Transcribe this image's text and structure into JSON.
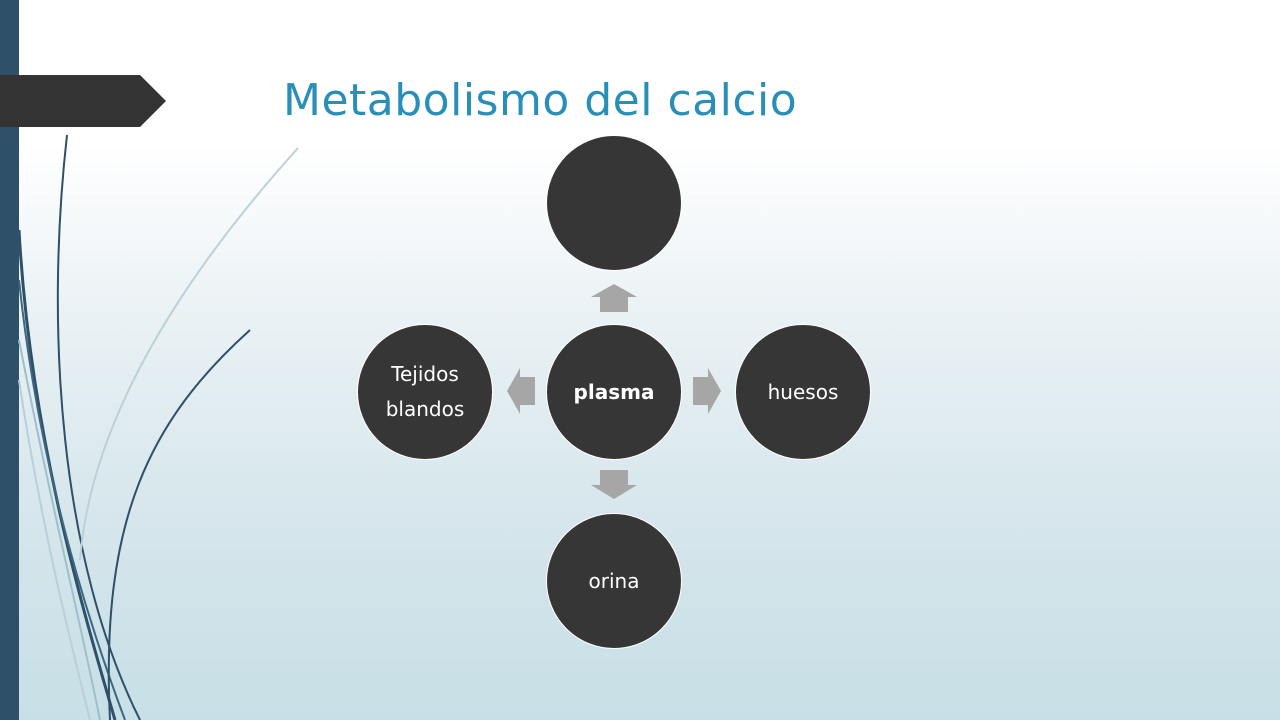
{
  "slide": {
    "title": "Metabolismo del calcio"
  },
  "diagram": {
    "center": "plasma",
    "top": "",
    "right": "huesos",
    "bottom": "orina",
    "left_line1": "Tejidos",
    "left_line2": "blandos"
  },
  "colors": {
    "title": "#2a8fb8",
    "node_fill": "#363636",
    "arrow": "#a6a6a6",
    "left_bar": "#2e5068",
    "tab": "#333333"
  }
}
